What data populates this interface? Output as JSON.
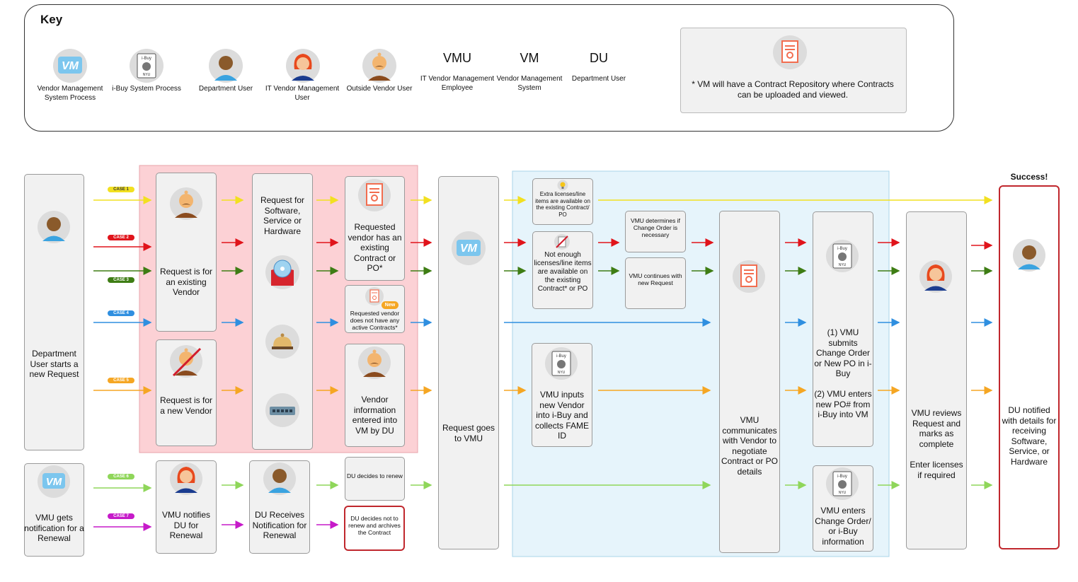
{
  "key": {
    "title": "Key",
    "items": [
      {
        "icon": "vm-logo-icon",
        "label": "Vendor Management System Process"
      },
      {
        "icon": "ibuy-logo-icon",
        "label": "i-Buy System Process"
      },
      {
        "icon": "department-user-icon",
        "label": "Department User"
      },
      {
        "icon": "it-vendor-user-icon",
        "label": "IT Vendor Management User"
      },
      {
        "icon": "outside-vendor-icon",
        "label": "Outside Vendor User"
      }
    ],
    "abbreviations": [
      {
        "abbr": "VMU",
        "label": "IT Vendor Management Employee"
      },
      {
        "abbr": "VM",
        "label": "Vendor Management System"
      },
      {
        "abbr": "DU",
        "label": "Department User"
      }
    ],
    "note": "* VM will have a Contract Repository where Contracts can be uploaded and viewed."
  },
  "cases": [
    {
      "label": "CASE 1",
      "color": "#f2e020"
    },
    {
      "label": "CASE 2",
      "color": "#e0141b"
    },
    {
      "label": "CASE 3",
      "color": "#3e7d14"
    },
    {
      "label": "CASE 4",
      "color": "#2f8fe0"
    },
    {
      "label": "CASE 5",
      "color": "#f5a623"
    },
    {
      "label": "CASE 6",
      "color": "#8fd65a"
    },
    {
      "label": "CASE 7",
      "color": "#c61ac9"
    }
  ],
  "ibuy_logo": {
    "top": "i-Buy",
    "bottom": "NYU"
  },
  "vm_logo": "VM",
  "new_badge": "New",
  "steps": {
    "du_start": "Department User starts a new Request",
    "vmu_renewal": "VMU gets notification for a Renewal",
    "existing_vendor": "Request is for an existing Vendor",
    "new_vendor": "Request is for a new Vendor",
    "request_types": "Request for Software, Service or Hardware",
    "has_contract": "Requested vendor has an existing Contract or PO*",
    "no_contract": "Requested vendor does not have any active Contracts*",
    "vendor_info": "Vendor information entered into VM by DU",
    "vmu_notifies": "VMU notifies DU for Renewal",
    "du_receives": "DU Receives Notification for Renewal",
    "du_renew": "DU decides to renew",
    "du_not_renew": "DU decides not to renew and archives the Contract",
    "goes_to_vmu": "Request goes to VMU",
    "extra_licenses": "Extra licenses/line items are available on the existing Contract/ PO",
    "not_enough": "Not enough licenses/line items are available on the existing Contract* or PO",
    "change_order_check": "VMU determines if Change Order is necessary",
    "vmu_continues": "VMU continues with new Request",
    "vmu_inputs": "VMU inputs new Vendor into i-Buy and collects FAME ID",
    "vmu_communicates": "VMU communicates with Vendor to negotiate Contract or PO details",
    "vmu_submits_1": "(1) VMU submits Change Order or New PO in i-Buy",
    "vmu_submits_2": "(2) VMU enters new PO# from i-Buy into VM",
    "vmu_enters": "VMU enters Change Order/ or i-Buy information",
    "vmu_reviews_1": "VMU reviews Request and marks as complete",
    "vmu_reviews_2": "Enter licenses if required",
    "success": "Success!",
    "du_notified": "DU notified with details for receiving Software, Service, or Hardware"
  }
}
